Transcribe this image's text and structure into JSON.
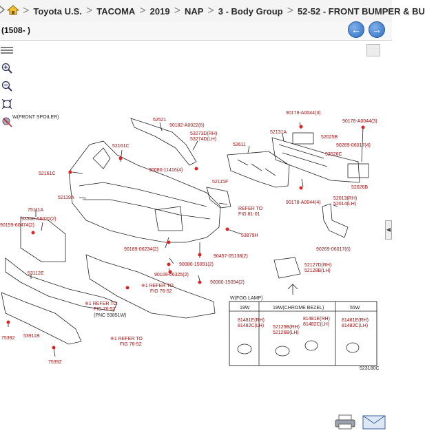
{
  "breadcrumb": {
    "items": [
      "Toyota U.S.",
      "TACOMA",
      "2019",
      "NAP",
      "3 - Body Group",
      "52-52 - FRONT BUMPER & BU"
    ],
    "separator": ">"
  },
  "subheader": {
    "title": "(1508- )"
  },
  "nav": {
    "back_icon": "arrow-left-icon",
    "forward_icon": "arrow-right-icon"
  },
  "toolbar": {
    "icons": [
      "menu-icon",
      "zoom-in-icon",
      "zoom-out-icon",
      "fit-icon",
      "pin-icon"
    ]
  },
  "diagram": {
    "side_caption": "W(FRONT SPOILER)",
    "labels": {
      "l1": "52521",
      "l2": "90182-A0022(6)",
      "l3": "53273D(RH)",
      "l4": "53274D(LH)",
      "l5": "52161C",
      "l6": "52161C",
      "l7": "90080-11416(4)",
      "l8": "52611",
      "l9": "52131A",
      "l10": "90178-A0044(3)",
      "l11": "90178-A0044(3)",
      "l12": "52025B",
      "l13": "90269-06017(4)",
      "l14": "52526C",
      "l15": "52119A",
      "l16": "52115F",
      "l17": "REFER TO",
      "l18": "FIG 81-01",
      "l19": "53879H",
      "l20": "52026B",
      "l21": "90178-A0044(4)",
      "l22": "52013(RH)",
      "l23": "52014(LH)",
      "l24": "90269-06017(6)",
      "l25": "75111A",
      "l26": "93560-A6020(2)",
      "l27": "90159-60474(2)",
      "l28": "90189-06234(2)",
      "l29": "90457-05138(2)",
      "l30": "90080-15091(2)",
      "l31": "90109-06325(2)",
      "l32": "90080-15094(2)",
      "l33": "53112E",
      "l34": "※1 REFER TO",
      "l35": "FIG 76-52",
      "l36": "※1 REFER TO",
      "l37": "FIG 76-52",
      "l38": "(PNC 53851W)",
      "l39": "※1 REFER TO",
      "l40": "FIG 76-52",
      "l41": "75392",
      "l42": "53911B",
      "l43": "75392",
      "l44": "52127D(RH)",
      "l45": "52128B(LH)",
      "l46": "W(FOG LAMP)",
      "l47": "19W",
      "l48": "19W(CHROME BEZEL)",
      "l49": "55W",
      "l50": "81481E(RH)",
      "l51": "81482C(LH)",
      "l52": "81481E(RH)",
      "l53": "81482C(LH)",
      "l54": "52125B(RH)",
      "l55": "52126B(LH)",
      "l56": "81481E(RH)",
      "l57": "81482C(LH)",
      "l58": "523180C"
    }
  }
}
